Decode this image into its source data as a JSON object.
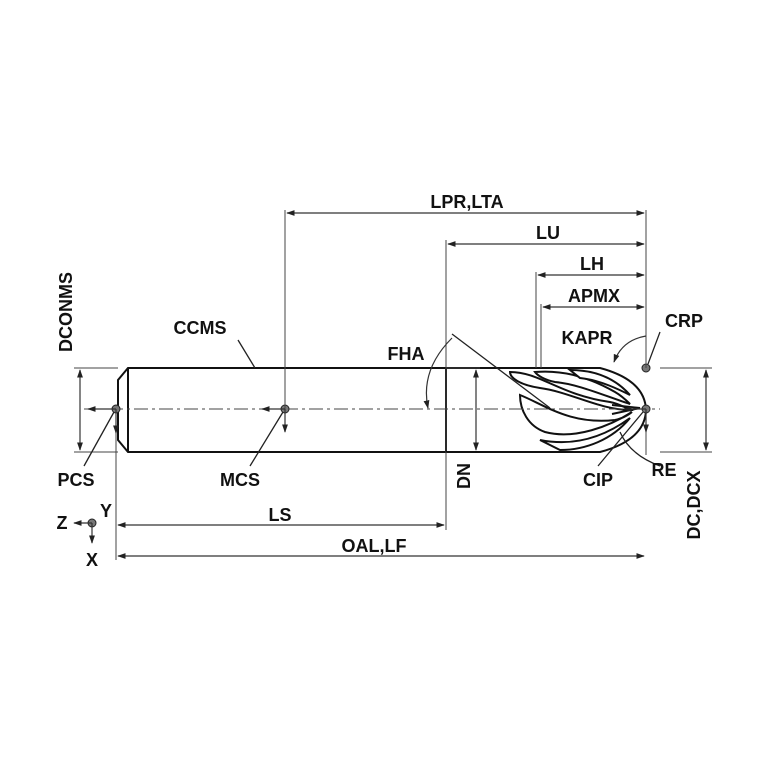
{
  "labels": {
    "lpr_lta": "LPR,LTA",
    "lu": "LU",
    "lh": "LH",
    "apmx": "APMX",
    "kapr": "KAPR",
    "crp": "CRP",
    "dconms": "DCONMS",
    "ccms": "CCMS",
    "fha": "FHA",
    "pcs": "PCS",
    "mcs": "MCS",
    "dn": "DN",
    "cip": "CIP",
    "re": "RE",
    "dc_dcx": "DC,DCX",
    "ls": "LS",
    "oal_lf": "OAL,LF"
  },
  "axes": {
    "z": "Z",
    "y": "Y",
    "x": "X"
  },
  "colors": {
    "line": "#111111",
    "background": "#ffffff"
  }
}
